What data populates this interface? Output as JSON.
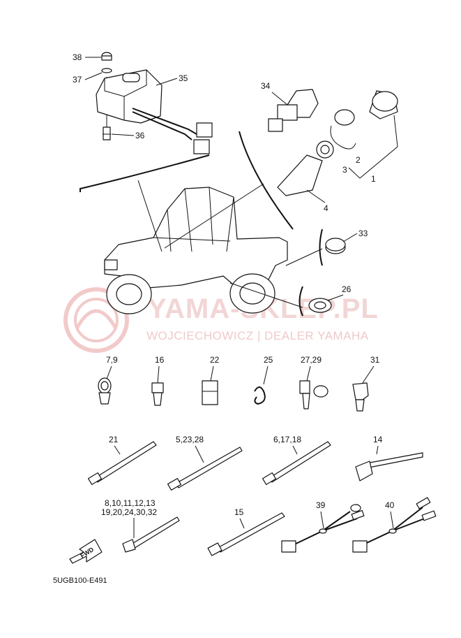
{
  "diagram": {
    "code": "5UGB100-E491",
    "watermark": {
      "brand": "YAMA-SKLEP.PL",
      "subtitle": "WOJCIECHOWICZ | DEALER YAMAHA",
      "color": "#e9b3b3"
    },
    "arrow_text": "FWD",
    "callouts": {
      "c1": "1",
      "c2": "2",
      "c3": "3",
      "c4": "4",
      "c26": "26",
      "c33": "33",
      "c34": "34",
      "c35": "35",
      "c36": "36",
      "c37": "37",
      "c38": "38",
      "c7_9": "7,9",
      "c16": "16",
      "c22": "22",
      "c25": "25",
      "c27_29": "27,29",
      "c31": "31",
      "c21": "21",
      "c5_23_28": "5,23,28",
      "c6_17_18": "6,17,18",
      "c14": "14",
      "c8_line1": "8,10,11,12,13",
      "c8_line2": "19,20,24,30,32",
      "c15": "15",
      "c39": "39",
      "c40": "40"
    }
  }
}
